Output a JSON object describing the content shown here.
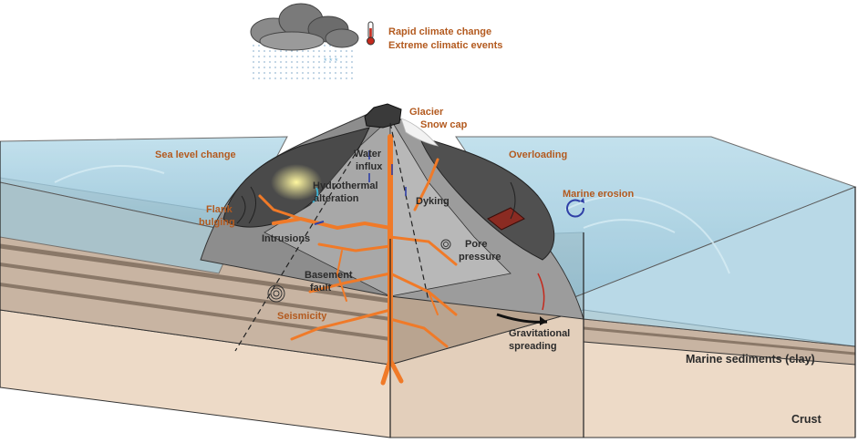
{
  "colors": {
    "label_orange": "#b35a1f",
    "label_dark": "#2b2b2b",
    "sea": "#a9cfe0",
    "magma": "#f07a28",
    "rock_dark": "#4f4f4f",
    "sediment": "#c6b3a2",
    "crust": "#e9d6c3",
    "arrow_blue": "#2f3fa6"
  },
  "icons": [
    "storm-cloud-icon",
    "thermometer-icon",
    "rotation-arrow-icon",
    "seismic-spiral-icon"
  ],
  "labels": {
    "climate_line1": "Rapid climate change",
    "climate_line2": "Extreme climatic events",
    "glacier": "Glacier",
    "snow_cap": "Snow cap",
    "sea_level": "Sea level change",
    "overloading": "Overloading",
    "water_influx_1": "Water",
    "water_influx_2": "influx",
    "hydro_1": "Hydrothermal",
    "hydro_2": "alteration",
    "dyking": "Dyking",
    "marine_erosion": "Marine erosion",
    "flank_1": "Flank",
    "flank_2": "bulging",
    "intrusions": "Intrusions",
    "pore_1": "Pore",
    "pore_2": "pressure",
    "basement_1": "Basement",
    "basement_2": "fault",
    "seismicity": "Seismicity",
    "grav_1": "Gravitational",
    "grav_2": "spreading",
    "marine_sediments": "Marine sediments (clay)",
    "crust": "Crust"
  }
}
